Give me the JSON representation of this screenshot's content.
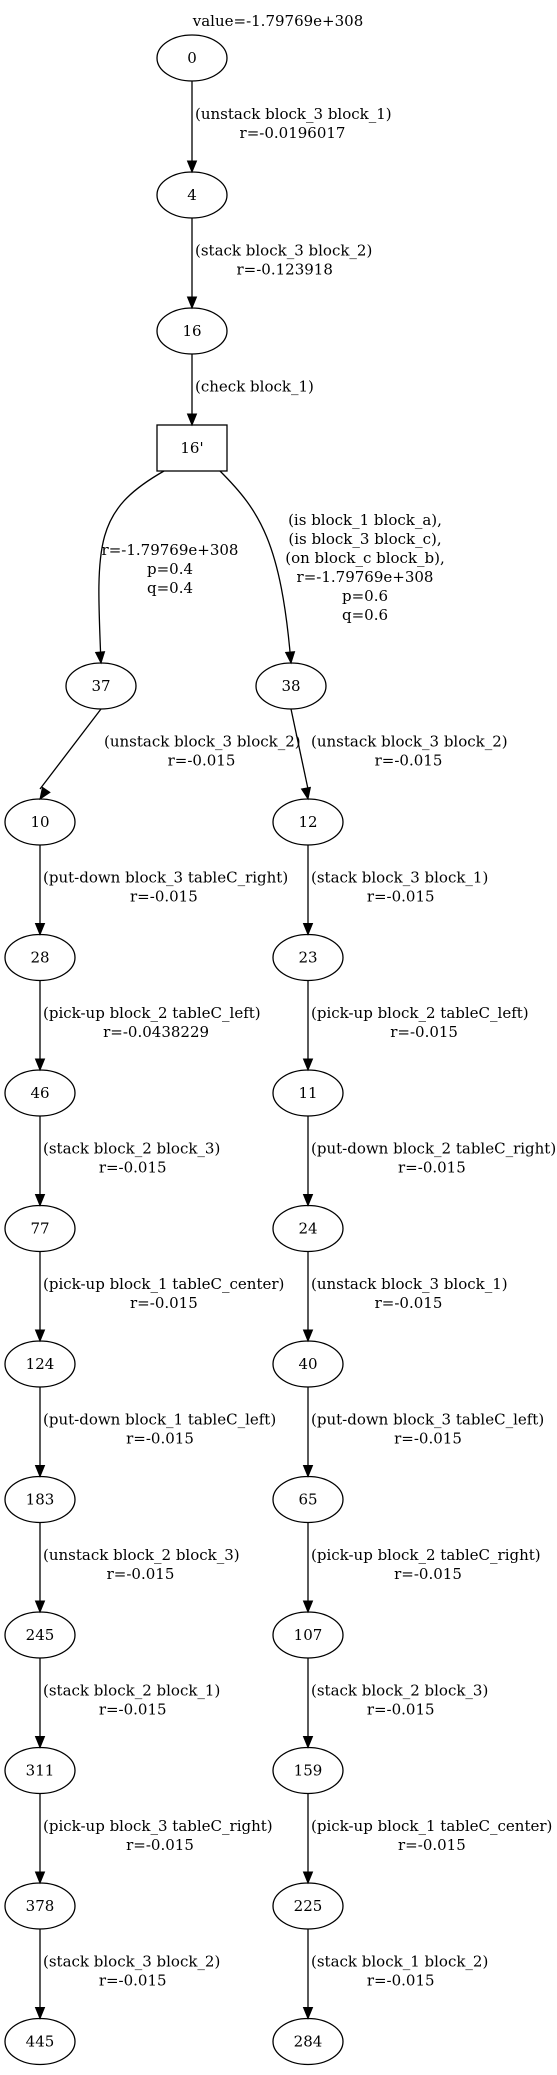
{
  "graph": {
    "title": "value=-1.79769e+308",
    "nodes": [
      {
        "id": "0",
        "label": "0",
        "shape": "ellipse"
      },
      {
        "id": "4",
        "label": "4",
        "shape": "ellipse"
      },
      {
        "id": "16",
        "label": "16",
        "shape": "ellipse"
      },
      {
        "id": "16p",
        "label": "16'",
        "shape": "box"
      },
      {
        "id": "37",
        "label": "37",
        "shape": "ellipse"
      },
      {
        "id": "38",
        "label": "38",
        "shape": "ellipse"
      },
      {
        "id": "10",
        "label": "10",
        "shape": "ellipse"
      },
      {
        "id": "12",
        "label": "12",
        "shape": "ellipse"
      },
      {
        "id": "28",
        "label": "28",
        "shape": "ellipse"
      },
      {
        "id": "23",
        "label": "23",
        "shape": "ellipse"
      },
      {
        "id": "46",
        "label": "46",
        "shape": "ellipse"
      },
      {
        "id": "11",
        "label": "11",
        "shape": "ellipse"
      },
      {
        "id": "77",
        "label": "77",
        "shape": "ellipse"
      },
      {
        "id": "24",
        "label": "24",
        "shape": "ellipse"
      },
      {
        "id": "124",
        "label": "124",
        "shape": "ellipse"
      },
      {
        "id": "40",
        "label": "40",
        "shape": "ellipse"
      },
      {
        "id": "183",
        "label": "183",
        "shape": "ellipse"
      },
      {
        "id": "65",
        "label": "65",
        "shape": "ellipse"
      },
      {
        "id": "245",
        "label": "245",
        "shape": "ellipse"
      },
      {
        "id": "107",
        "label": "107",
        "shape": "ellipse"
      },
      {
        "id": "311",
        "label": "311",
        "shape": "ellipse"
      },
      {
        "id": "159",
        "label": "159",
        "shape": "ellipse"
      },
      {
        "id": "378",
        "label": "378",
        "shape": "ellipse"
      },
      {
        "id": "225",
        "label": "225",
        "shape": "ellipse"
      },
      {
        "id": "445",
        "label": "445",
        "shape": "ellipse"
      },
      {
        "id": "284",
        "label": "284",
        "shape": "ellipse"
      }
    ],
    "edges": [
      {
        "from": "0",
        "to": "4",
        "label": [
          "(unstack block_3 block_1)",
          "r=-0.0196017"
        ]
      },
      {
        "from": "4",
        "to": "16",
        "label": [
          "(stack block_3 block_2)",
          "r=-0.123918"
        ]
      },
      {
        "from": "16",
        "to": "16p",
        "label": [
          "(check block_1)"
        ]
      },
      {
        "from": "16p",
        "to": "37",
        "label": [
          "r=-1.79769e+308",
          "p=0.4",
          "q=0.4"
        ]
      },
      {
        "from": "16p",
        "to": "38",
        "label": [
          "(is block_1 block_a),",
          "(is block_3 block_c),",
          "(on block_c block_b),",
          "r=-1.79769e+308",
          "p=0.6",
          "q=0.6"
        ]
      },
      {
        "from": "37",
        "to": "10",
        "label": [
          "(unstack block_3 block_2)",
          "r=-0.015"
        ]
      },
      {
        "from": "38",
        "to": "12",
        "label": [
          "(unstack block_3 block_2)",
          "r=-0.015"
        ]
      },
      {
        "from": "10",
        "to": "28",
        "label": [
          "(put-down block_3 tableC_right)",
          "r=-0.015"
        ]
      },
      {
        "from": "12",
        "to": "23",
        "label": [
          "(stack block_3 block_1)",
          "r=-0.015"
        ]
      },
      {
        "from": "28",
        "to": "46",
        "label": [
          "(pick-up block_2 tableC_left)",
          "r=-0.0438229"
        ]
      },
      {
        "from": "23",
        "to": "11",
        "label": [
          "(pick-up block_2 tableC_left)",
          "r=-0.015"
        ]
      },
      {
        "from": "46",
        "to": "77",
        "label": [
          "(stack block_2 block_3)",
          "r=-0.015"
        ]
      },
      {
        "from": "11",
        "to": "24",
        "label": [
          "(put-down block_2 tableC_right)",
          "r=-0.015"
        ]
      },
      {
        "from": "77",
        "to": "124",
        "label": [
          "(pick-up block_1 tableC_center)",
          "r=-0.015"
        ]
      },
      {
        "from": "24",
        "to": "40",
        "label": [
          "(unstack block_3 block_1)",
          "r=-0.015"
        ]
      },
      {
        "from": "124",
        "to": "183",
        "label": [
          "(put-down block_1 tableC_left)",
          "r=-0.015"
        ]
      },
      {
        "from": "40",
        "to": "65",
        "label": [
          "(put-down block_3 tableC_left)",
          "r=-0.015"
        ]
      },
      {
        "from": "183",
        "to": "245",
        "label": [
          "(unstack block_2 block_3)",
          "r=-0.015"
        ]
      },
      {
        "from": "65",
        "to": "107",
        "label": [
          "(pick-up block_2 tableC_right)",
          "r=-0.015"
        ]
      },
      {
        "from": "245",
        "to": "311",
        "label": [
          "(stack block_2 block_1)",
          "r=-0.015"
        ]
      },
      {
        "from": "107",
        "to": "159",
        "label": [
          "(stack block_2 block_3)",
          "r=-0.015"
        ]
      },
      {
        "from": "311",
        "to": "378",
        "label": [
          "(pick-up block_3 tableC_right)",
          "r=-0.015"
        ]
      },
      {
        "from": "159",
        "to": "225",
        "label": [
          "(pick-up block_1 tableC_center)",
          "r=-0.015"
        ]
      },
      {
        "from": "378",
        "to": "445",
        "label": [
          "(stack block_3 block_2)",
          "r=-0.015"
        ]
      },
      {
        "from": "225",
        "to": "284",
        "label": [
          "(stack block_1 block_2)",
          "r=-0.015"
        ]
      }
    ]
  }
}
